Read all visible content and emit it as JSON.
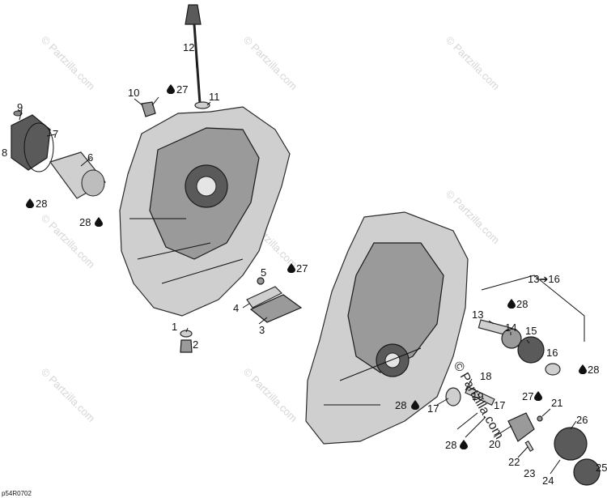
{
  "callouts": [
    {
      "id": "c12",
      "text": "12"
    },
    {
      "id": "c10",
      "text": "10"
    },
    {
      "id": "c27a",
      "text": "27"
    },
    {
      "id": "c11",
      "text": "11"
    },
    {
      "id": "c9",
      "text": "9"
    },
    {
      "id": "c7",
      "text": "7"
    },
    {
      "id": "c8",
      "text": "8"
    },
    {
      "id": "c6",
      "text": "6"
    },
    {
      "id": "c28a",
      "text": "28"
    },
    {
      "id": "c28b",
      "text": "28"
    },
    {
      "id": "c5",
      "text": "5"
    },
    {
      "id": "c27b",
      "text": "27"
    },
    {
      "id": "c4",
      "text": "4"
    },
    {
      "id": "c3",
      "text": "3"
    },
    {
      "id": "c1",
      "text": "1"
    },
    {
      "id": "c2",
      "text": "2"
    },
    {
      "id": "c1316",
      "text": "13➔16"
    },
    {
      "id": "c13",
      "text": "13"
    },
    {
      "id": "c28c",
      "text": "28"
    },
    {
      "id": "c14",
      "text": "14"
    },
    {
      "id": "c15",
      "text": "15"
    },
    {
      "id": "c16",
      "text": "16"
    },
    {
      "id": "c28d",
      "text": "28"
    },
    {
      "id": "c18",
      "text": "18"
    },
    {
      "id": "c19",
      "text": "19"
    },
    {
      "id": "c28e",
      "text": "28"
    },
    {
      "id": "c17a",
      "text": "17"
    },
    {
      "id": "c17b",
      "text": "17"
    },
    {
      "id": "c27c",
      "text": "27"
    },
    {
      "id": "c21",
      "text": "21"
    },
    {
      "id": "c28f",
      "text": "28"
    },
    {
      "id": "c20",
      "text": "20"
    },
    {
      "id": "c26",
      "text": "26"
    },
    {
      "id": "c22",
      "text": "22"
    },
    {
      "id": "c23",
      "text": "23"
    },
    {
      "id": "c24",
      "text": "24"
    },
    {
      "id": "c25",
      "text": "25"
    }
  ],
  "watermark_text": "© Partzilla.com",
  "diagram_code": "p54R0702",
  "icons": {
    "lubricant": "oil-drop-icon"
  },
  "colors": {
    "line": "#111111",
    "part_fill": "#cfcfcf",
    "watermark": "#d6d6d6"
  }
}
